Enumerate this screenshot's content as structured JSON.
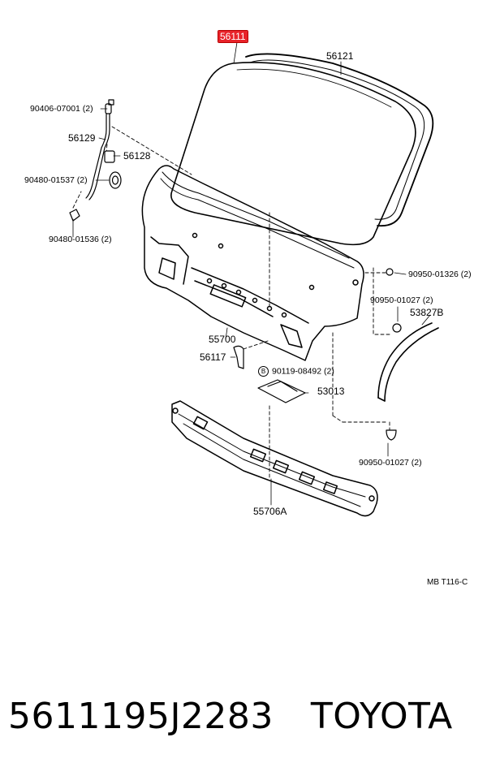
{
  "callouts": {
    "p56111": "56111",
    "p56121": "56121",
    "p90406": "90406-07001 (2)",
    "p56129": "56129",
    "p56128": "56128",
    "p90480a": "90480-01537 (2)",
    "p90480b": "90480-01536 (2)",
    "p90950a": "90950-01326 (2)",
    "p90950b": "90950-01027 (2)",
    "p53827": "53827B",
    "p55700": "55700",
    "p56117": "56117",
    "p90119_mark": "B",
    "p90119": "90119-08492 (2)",
    "p53013": "53013",
    "p90950c": "90950-01027 (2)",
    "p55706": "55706A"
  },
  "drawing_code": "MB T116-C",
  "footer": {
    "part_number": "5611195J2283",
    "brand": "TOYOTA"
  },
  "colors": {
    "highlight": "#e8232a",
    "line": "#000000",
    "background": "#ffffff"
  }
}
